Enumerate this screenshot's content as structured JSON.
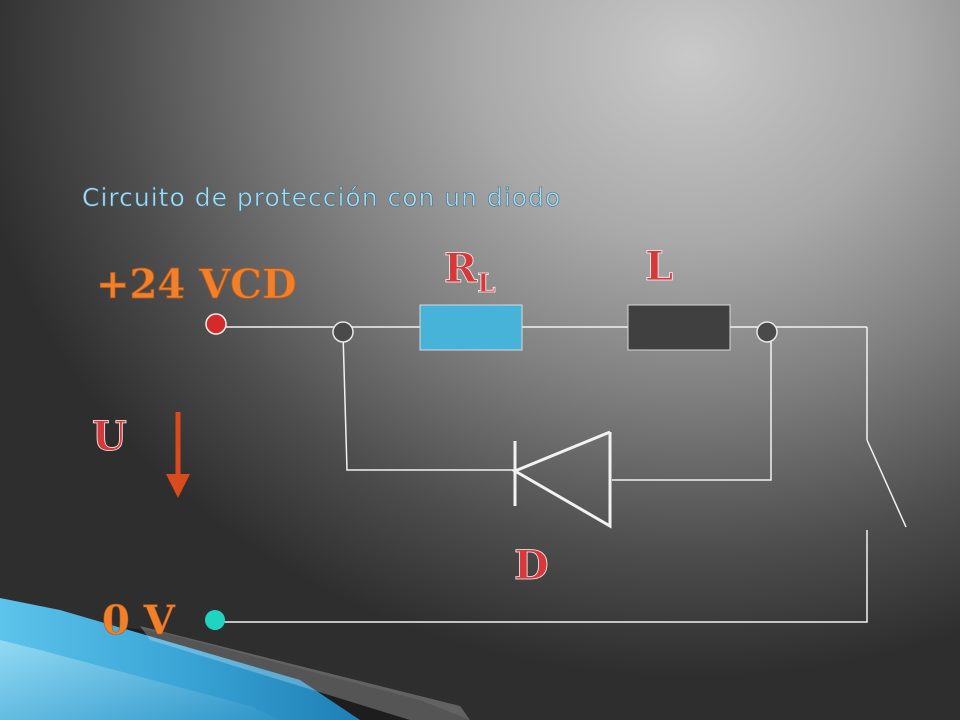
{
  "slide": {
    "title": "Circuito de protección con un diodo"
  },
  "circuit": {
    "supply_label": "+24 VCD",
    "ground_label": "0 V",
    "voltage_label": "U",
    "resistor_label_main": "R",
    "resistor_label_sub": "L",
    "inductor_label": "L",
    "diode_label": "D"
  },
  "colors": {
    "supply_text": "#f0802a",
    "component_text": "#d9383a",
    "resistor_fill": "#48b3d9",
    "inductor_fill": "#404040",
    "supply_terminal": "#d42a2a",
    "ground_terminal": "#1fd4c0",
    "wire": "#f2f2f2",
    "arrow": "#d94a1e",
    "node": "#4a4a4a"
  }
}
